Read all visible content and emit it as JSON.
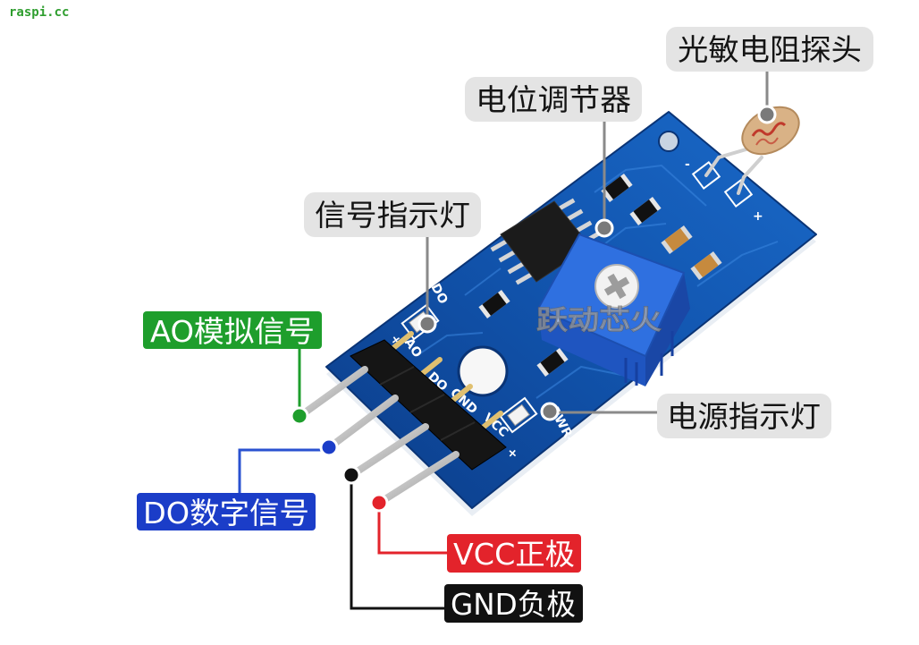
{
  "site_watermark": "raspi.cc",
  "board_watermark": "跃动芯火",
  "labels": {
    "photoresistor": "光敏电阻探头",
    "potentiometer": "电位调节器",
    "signal_led": "信号指示灯",
    "power_led": "电源指示灯",
    "ao": "AO模拟信号",
    "do": "DO数字信号",
    "vcc": "VCC正极",
    "gnd": "GND负极"
  },
  "silkscreen": {
    "ao": "AO",
    "do": "DO",
    "gnd": "GND",
    "vcc": "VCC",
    "pwr_led": "PWR-LED",
    "plus": "+",
    "minus": "-"
  },
  "colors": {
    "ao": "#1e9e2c",
    "do": "#1b3dc8",
    "vcc": "#e3232b",
    "gnd": "#111111",
    "callout_gray": "#e4e4e4",
    "board": "#1256b0"
  }
}
